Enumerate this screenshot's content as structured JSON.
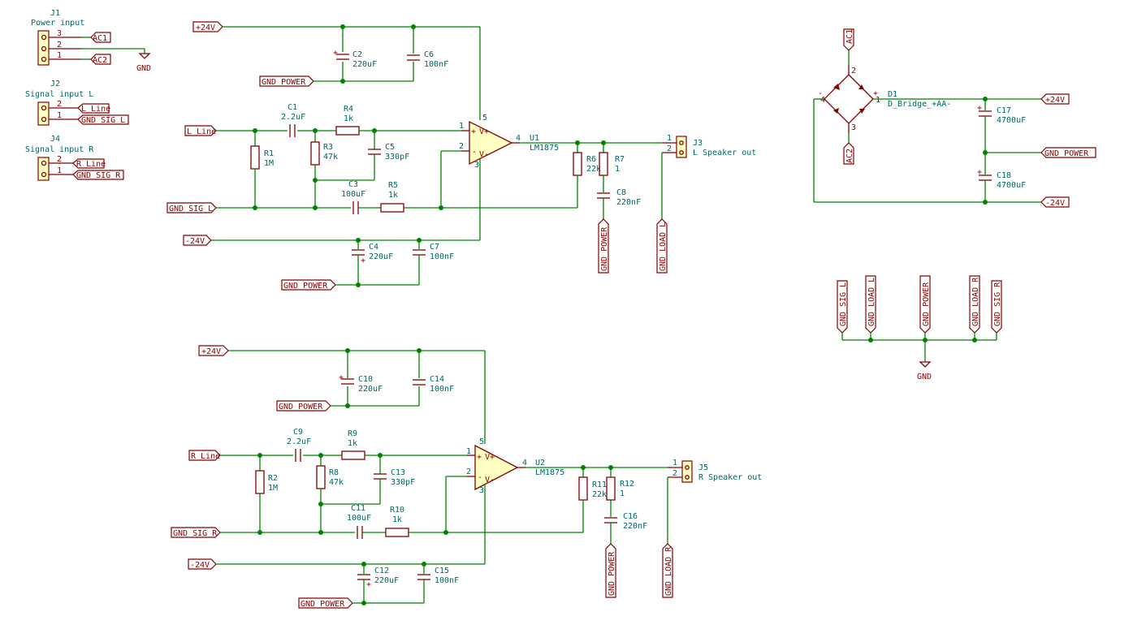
{
  "connectors": {
    "j1": {
      "ref": "J1",
      "value": "Power input",
      "pins": [
        "3",
        "2",
        "1"
      ]
    },
    "j2": {
      "ref": "J2",
      "value": "Signal input L",
      "pins": [
        "2",
        "1"
      ]
    },
    "j4": {
      "ref": "J4",
      "value": "Signal input R",
      "pins": [
        "2",
        "1"
      ]
    },
    "j3": {
      "ref": "J3",
      "value": "L Speaker out",
      "pins": [
        "1",
        "2"
      ]
    },
    "j5": {
      "ref": "J5",
      "value": "R Speaker out",
      "pins": [
        "1",
        "2"
      ]
    }
  },
  "labels": {
    "ac1": "AC1",
    "ac2": "AC2",
    "l_line": "L_Line",
    "r_line": "R_Line",
    "gnd_sig_l": "GND_SIG_L",
    "gnd_sig_r": "GND_SIG_R",
    "p24": "+24V",
    "m24": "-24V",
    "gnd_power": "GND_POWER",
    "gnd_load_l": "GND_LOAD_L",
    "gnd_load_r": "GND_LOAD_R",
    "gnd": "GND"
  },
  "components": {
    "c1": {
      "ref": "C1",
      "value": "2.2uF"
    },
    "c2": {
      "ref": "C2",
      "value": "220uF"
    },
    "c3": {
      "ref": "C3",
      "value": "100uF"
    },
    "c4": {
      "ref": "C4",
      "value": "220uF"
    },
    "c5": {
      "ref": "C5",
      "value": "330pF"
    },
    "c6": {
      "ref": "C6",
      "value": "100nF"
    },
    "c7": {
      "ref": "C7",
      "value": "100nF"
    },
    "c8": {
      "ref": "C8",
      "value": "220nF"
    },
    "c9": {
      "ref": "C9",
      "value": "2.2uF"
    },
    "c10": {
      "ref": "C10",
      "value": "220uF"
    },
    "c11": {
      "ref": "C11",
      "value": "100uF"
    },
    "c12": {
      "ref": "C12",
      "value": "220uF"
    },
    "c13": {
      "ref": "C13",
      "value": "330pF"
    },
    "c14": {
      "ref": "C14",
      "value": "100nF"
    },
    "c15": {
      "ref": "C15",
      "value": "100nF"
    },
    "c16": {
      "ref": "C16",
      "value": "220nF"
    },
    "c17": {
      "ref": "C17",
      "value": "4700uF"
    },
    "c18": {
      "ref": "C18",
      "value": "4700uF"
    },
    "r1": {
      "ref": "R1",
      "value": "1M"
    },
    "r2": {
      "ref": "R2",
      "value": "1M"
    },
    "r3": {
      "ref": "R3",
      "value": "47k"
    },
    "r4": {
      "ref": "R4",
      "value": "1k"
    },
    "r5": {
      "ref": "R5",
      "value": "1k"
    },
    "r6": {
      "ref": "R6",
      "value": "22k"
    },
    "r7": {
      "ref": "R7",
      "value": "1"
    },
    "r8": {
      "ref": "R8",
      "value": "47k"
    },
    "r9": {
      "ref": "R9",
      "value": "1k"
    },
    "r10": {
      "ref": "R10",
      "value": "1k"
    },
    "r11": {
      "ref": "R11",
      "value": "22k"
    },
    "r12": {
      "ref": "R12",
      "value": "1"
    },
    "u1": {
      "ref": "U1",
      "value": "LM1875"
    },
    "u2": {
      "ref": "U2",
      "value": "LM1875"
    },
    "d1": {
      "ref": "D1",
      "value": "D_Bridge_+AA-"
    }
  },
  "pins": {
    "p1": "1",
    "p2": "2",
    "p3": "3",
    "p4": "4",
    "p5": "5",
    "plus": "+",
    "minus": "-",
    "vplus": "V+",
    "vminus": "V-"
  }
}
